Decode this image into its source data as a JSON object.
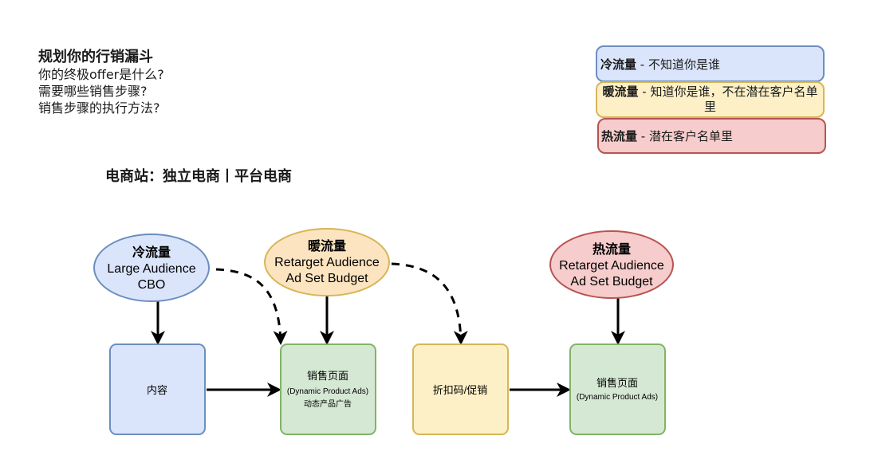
{
  "intro": {
    "title": "规划你的行销漏斗",
    "lines": [
      "你的终极offer是什么?",
      "需要哪些销售步骤?",
      "销售步骤的执行方法?"
    ]
  },
  "legend": [
    {
      "label": "冷流量",
      "desc": " - 不知道你是谁",
      "fill": "#dae5fb",
      "stroke": "#6c8ebf"
    },
    {
      "label": "暖流量",
      "desc": " - 知道你是谁，不在潜在客户名单里",
      "fill": "#fdf0c6",
      "stroke": "#d6b656"
    },
    {
      "label": "热流量",
      "desc": " - 潜在客户名单里",
      "fill": "#f6cccc",
      "stroke": "#b85450"
    }
  ],
  "subtitle": "电商站：独立电商丨平台电商",
  "nodes": {
    "cold": {
      "title": "冷流量",
      "line1": "Large Audience",
      "line2": "CBO"
    },
    "warm": {
      "title": "暖流量",
      "line1": "Retarget Audience",
      "line2": "Ad Set Budget"
    },
    "hot": {
      "title": "热流量",
      "line1": "Retarget Audience",
      "line2": "Ad Set Budget"
    },
    "content": {
      "label": "内容"
    },
    "sales1": {
      "title": "销售页面",
      "line1": "(Dynamic Product Ads)",
      "line2": "动态产品广告"
    },
    "discount": {
      "label": "折扣码/促销"
    },
    "sales2": {
      "title": "销售页面",
      "line1": "(Dynamic Product Ads)"
    }
  },
  "colors": {
    "blue_fill": "#dae5fb",
    "blue_stroke": "#6c8ebf",
    "yellow_fill": "#fdf0c6",
    "yellow_stroke": "#d6b656",
    "red_fill": "#f6cccc",
    "red_stroke": "#b85450",
    "green_fill": "#d5e8d4",
    "green_stroke": "#82b366",
    "orange_fill": "#fce4c0",
    "orange_stroke": "#d79b00"
  }
}
